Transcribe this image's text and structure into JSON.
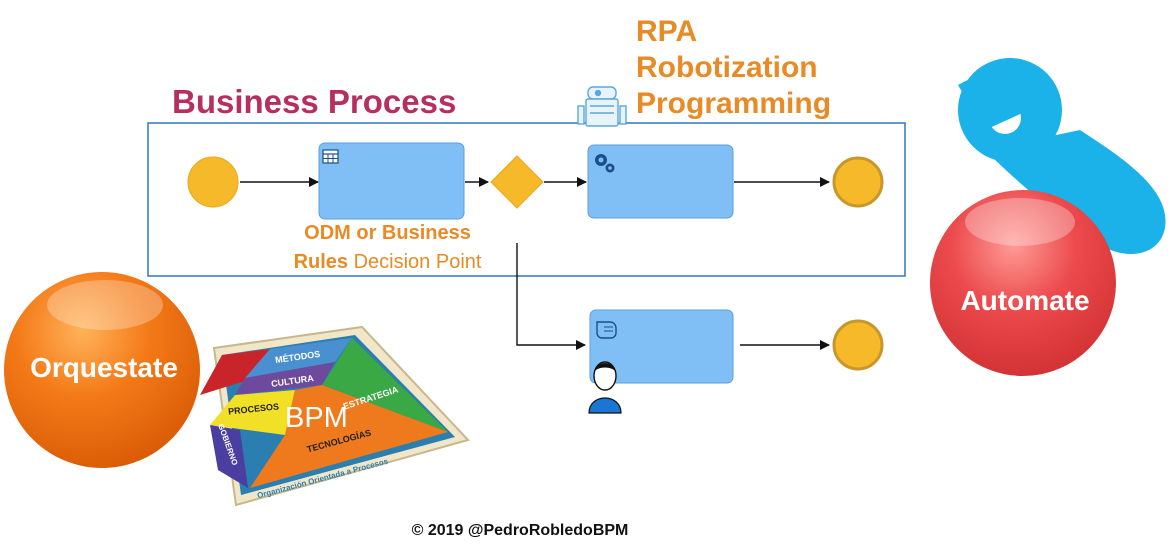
{
  "diagram": {
    "title": "Business Process",
    "rpa_lines": [
      "RPA",
      "Robotization",
      "Programming"
    ],
    "odm_bold_1": "ODM or Business",
    "odm_bold_2": "Rules",
    "odm_normal": "Decision Point",
    "orquestate": "Orquestate",
    "automate": "Automate",
    "bpm": "BPM",
    "copyright": "© 2019 @PedroRobledoBPM",
    "tangram_labels": [
      "MÉTODOS",
      "CULTURA",
      "ESTRATEGIA",
      "PROCESOS",
      "TECNOLOGÍAS",
      "GOBIERNO",
      "Organización Orientada a Procesos"
    ]
  },
  "colors": {
    "task": "#7fbff5",
    "task_border": "#5a9fe0",
    "event": "#f6b92a",
    "pool_border": "#3a7fc8",
    "title": "#b5305c",
    "orange_text": "#e88a26",
    "orquestate_ball": "#f07a1a",
    "automate_ball": "#e8464a",
    "logo_blue": "#1ab2e8"
  },
  "icons": [
    "table-icon",
    "gear-icon",
    "hand-icon",
    "robot-icon",
    "user-icon"
  ]
}
